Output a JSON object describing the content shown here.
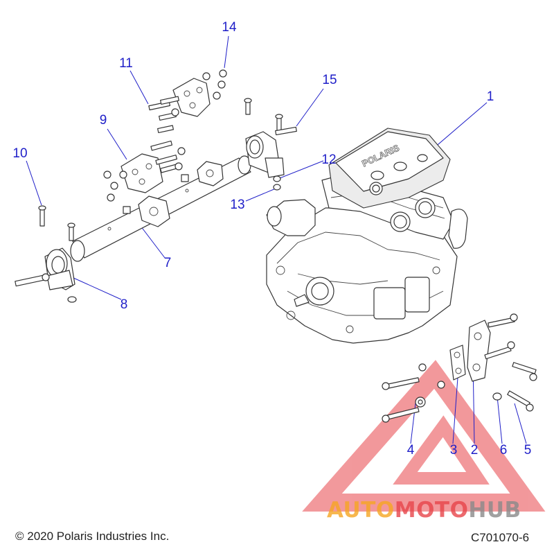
{
  "diagram": {
    "callouts": [
      {
        "num": "1",
        "id": "engine"
      },
      {
        "num": "2",
        "id": "bracket-front"
      },
      {
        "num": "3",
        "id": "plate"
      },
      {
        "num": "4",
        "id": "washer-large"
      },
      {
        "num": "5",
        "id": "bolt-long"
      },
      {
        "num": "6",
        "id": "washer-small"
      },
      {
        "num": "7",
        "id": "mount-tube"
      },
      {
        "num": "8",
        "id": "mount-bracket-left"
      },
      {
        "num": "9",
        "id": "isolator-left"
      },
      {
        "num": "10",
        "id": "bolt-vertical-left"
      },
      {
        "num": "11",
        "id": "bolt-isolator-upper"
      },
      {
        "num": "12",
        "id": "washer-mount"
      },
      {
        "num": "13",
        "id": "nut-mount"
      },
      {
        "num": "14",
        "id": "nut-isolator"
      },
      {
        "num": "15",
        "id": "bolt-mount-right"
      }
    ],
    "colors": {
      "callout": "#1e1ec8",
      "line_art": "#333333",
      "watermark_red": "#e8454a",
      "watermark_orange": "#f6a623",
      "watermark_gray": "#8a8a8a"
    }
  },
  "engine_label": "POLARIS",
  "footer": {
    "copyright": "© 2020 Polaris Industries Inc.",
    "drawing_number": "C701070-6"
  },
  "watermark": {
    "part1": "AUTO",
    "part2": "MOTO",
    "part3": "HUB"
  }
}
